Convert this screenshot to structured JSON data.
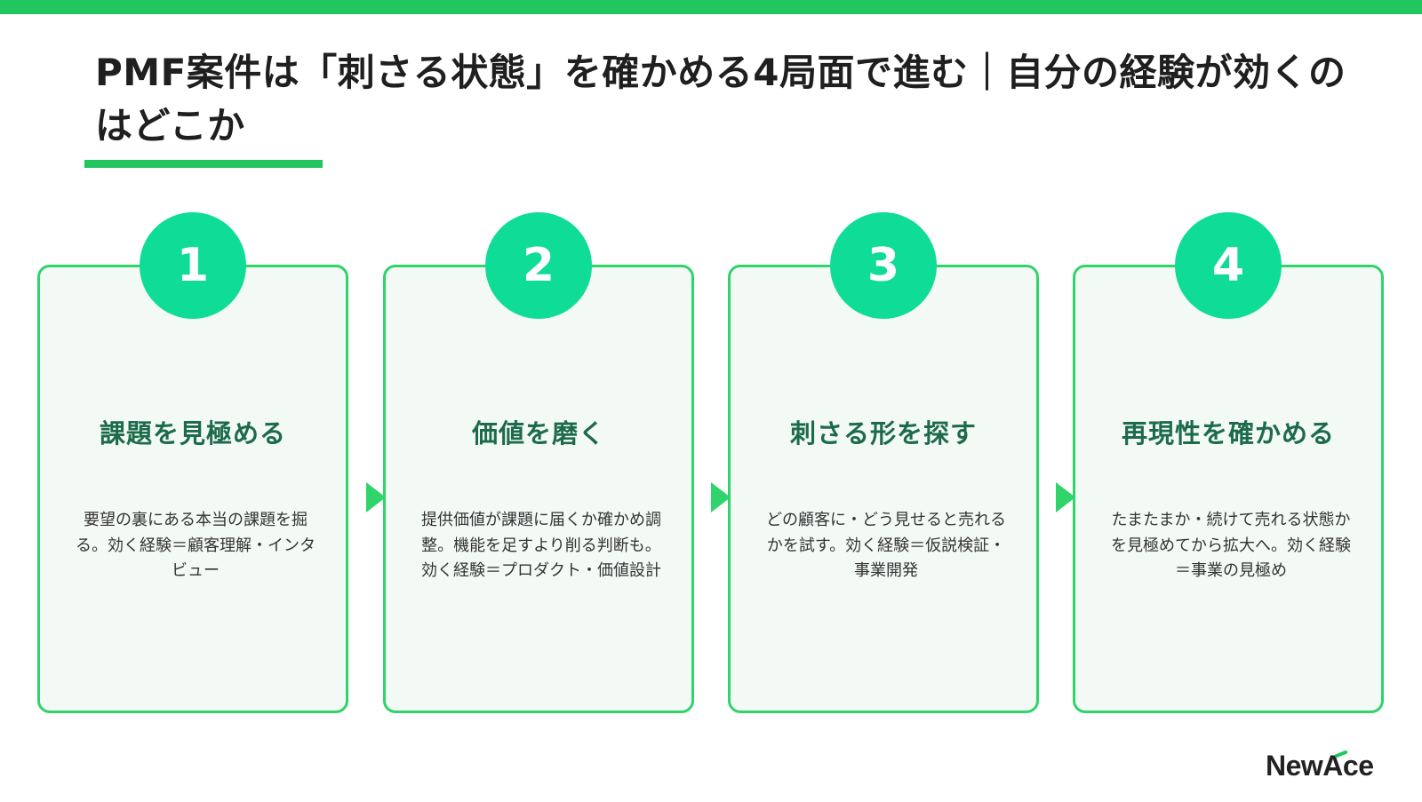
{
  "title": "PMF案件は「刺さる状態」を確かめる4局面で進む｜自分の経験が効くのはどこか",
  "steps": [
    {
      "number": "1",
      "heading": "課題を見極める",
      "body": "要望の裏にある本当の課題を掘る。効く経験＝顧客理解・インタビュー"
    },
    {
      "number": "2",
      "heading": "価値を磨く",
      "body": "提供価値が課題に届くか確かめ調整。機能を足すより削る判断も。効く経験＝プロダクト・価値設計"
    },
    {
      "number": "3",
      "heading": "刺さる形を探す",
      "body": "どの顧客に・どう見せると売れるかを試す。効く経験＝仮説検証・事業開発"
    },
    {
      "number": "4",
      "heading": "再現性を確かめる",
      "body": "たまたまか・続けて売れる状態かを見極めてから拡大へ。効く経験＝事業の見極め"
    }
  ],
  "logo": {
    "text": "NewAce"
  },
  "colors": {
    "accent": "#22c55e",
    "badge": "#0fdc97",
    "heading": "#1d6b4a",
    "card_bg": "#f3faf6"
  }
}
